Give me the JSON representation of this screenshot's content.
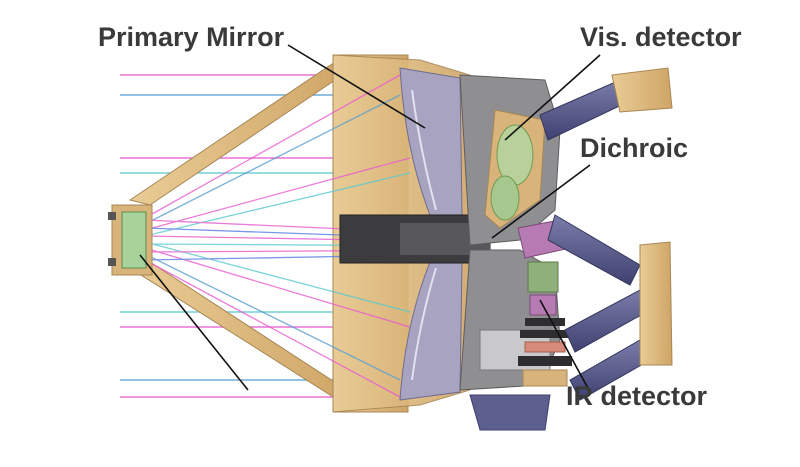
{
  "labels": {
    "primary_mirror": "Primary Mirror",
    "vis_detector": "Vis. detector",
    "dichroic": "Dichroic",
    "ir_detector": "IR detector"
  },
  "colors": {
    "structure_gold": "#d8b47a",
    "structure_dark": "#a78656",
    "mirror_grey": "#a7a3c1",
    "bench_grey": "#8f8f92",
    "strut_blue": "#5d5f8e",
    "ray_pink": "#e85ad0",
    "ray_blue": "#5a7ee0",
    "ray_cyan": "#5ac9d0",
    "secondary_green": "#a7d39a",
    "label_text": "#3a3a3a"
  }
}
